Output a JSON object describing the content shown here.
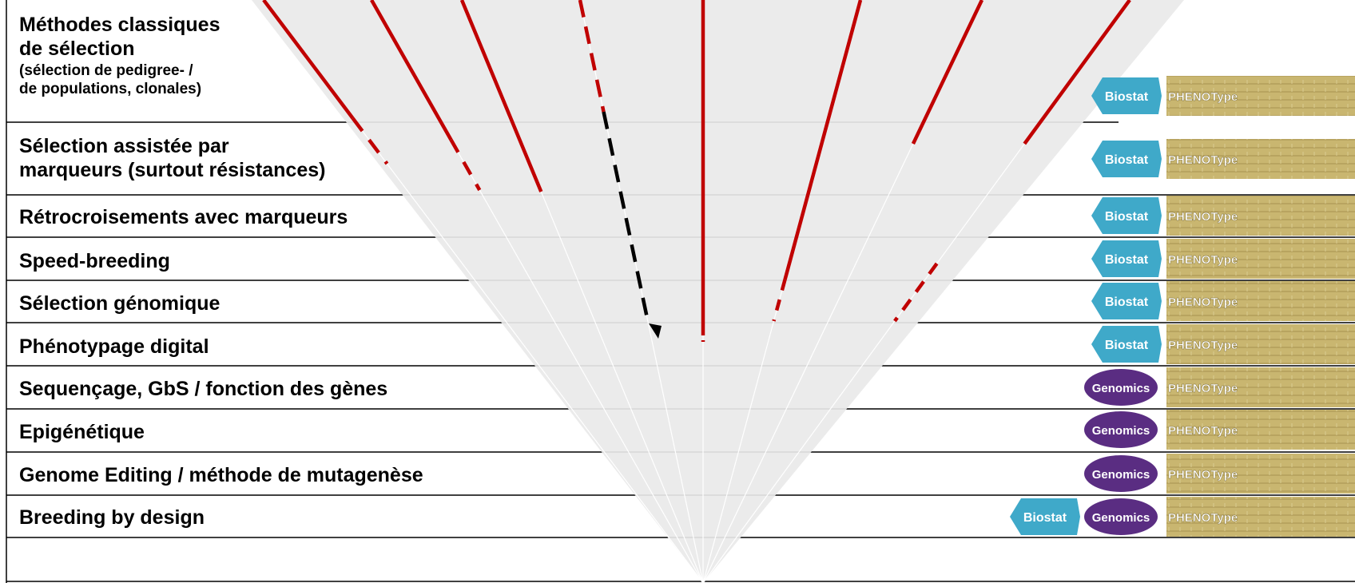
{
  "rows": [
    {
      "label_line1": "Méthodes classiques",
      "label_line2": "de sélection",
      "label_sub1": "(sélection de pedigree- /",
      "label_sub2": "de populations, clonales)",
      "badges": [
        "biostat",
        "pheno"
      ]
    },
    {
      "label_line1": "Sélection assistée par",
      "label_line2": "marqueurs (surtout résistances)",
      "badges": [
        "biostat",
        "pheno"
      ]
    },
    {
      "label": "Rétrocroisements avec marqueurs",
      "badges": [
        "biostat",
        "pheno"
      ]
    },
    {
      "label": "Speed-breeding",
      "badges": [
        "biostat",
        "pheno"
      ]
    },
    {
      "label": "Sélection génomique",
      "badges": [
        "biostat",
        "pheno"
      ]
    },
    {
      "label": "Phénotypage digital",
      "badges": [
        "biostat",
        "pheno"
      ]
    },
    {
      "label": "Sequençage, GbS / fonction des gènes",
      "badges": [
        "genomics",
        "pheno"
      ]
    },
    {
      "label": "Epigénétique",
      "badges": [
        "genomics",
        "pheno"
      ]
    },
    {
      "label": "Genome Editing / méthode de mutagenèse",
      "badges": [
        "genomics",
        "pheno"
      ]
    },
    {
      "label": "Breeding by design",
      "badges": [
        "biostat",
        "genomics",
        "pheno"
      ]
    }
  ],
  "badge_labels": {
    "biostat": "Biostat",
    "genomics": "Genomics",
    "pheno": "PHENOType"
  },
  "colors": {
    "arrow": "#c00000",
    "dashed_black": "#000000",
    "fan": "#e9e9e9",
    "biostat": "#3fa9c9",
    "genomics": "#5a2d82",
    "pheno": "#c9b670"
  }
}
